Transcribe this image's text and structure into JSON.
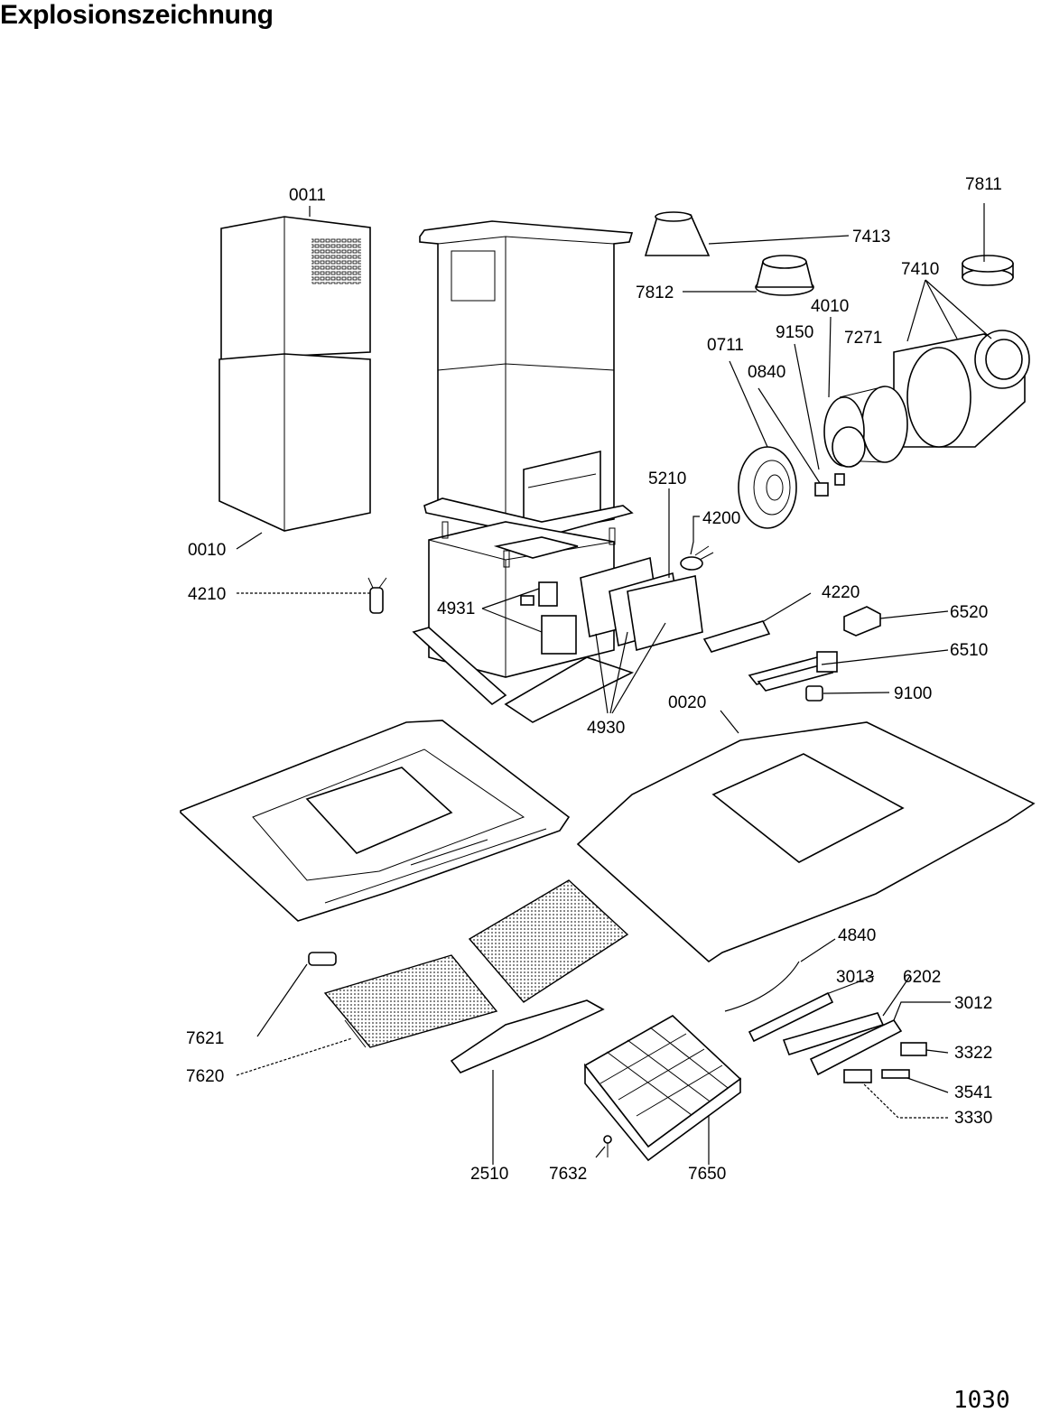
{
  "title": "Explosionszeichnung",
  "page_number": "1030",
  "labels": {
    "p0011": "0011",
    "p0010": "0010",
    "p0020": "0020",
    "p0711": "0711",
    "p0840": "0840",
    "p2510": "2510",
    "p3012": "3012",
    "p3013": "3013",
    "p3322": "3322",
    "p3330": "3330",
    "p3541": "3541",
    "p4010": "4010",
    "p4200": "4200",
    "p4210": "4210",
    "p4220": "4220",
    "p4840": "4840",
    "p4930": "4930",
    "p4931": "4931",
    "p5210": "5210",
    "p6202": "6202",
    "p6510": "6510",
    "p6520": "6520",
    "p7271": "7271",
    "p7410": "7410",
    "p7413": "7413",
    "p7620": "7620",
    "p7621": "7621",
    "p7632": "7632",
    "p7650": "7650",
    "p7811": "7811",
    "p7812": "7812",
    "p9100": "9100",
    "p9150": "9150"
  }
}
